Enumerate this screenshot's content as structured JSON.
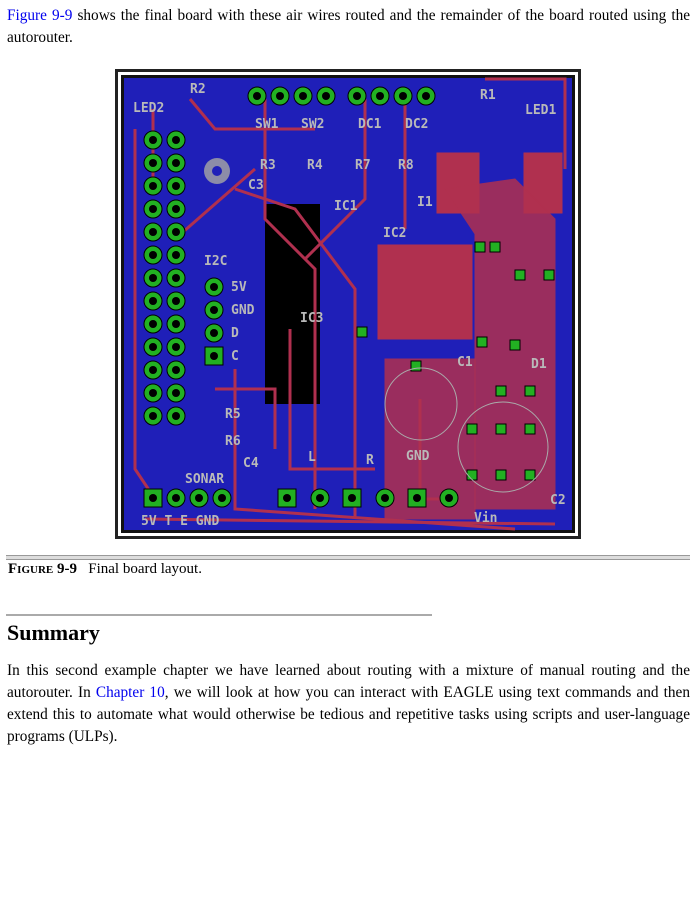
{
  "intro": {
    "link": "Figure 9-9",
    "text": " shows the final board with these air wires routed and the remainder of the board routed using the autorouter."
  },
  "figure": {
    "labels": {
      "led2": "LED2",
      "r2": "R2",
      "sw1": "SW1",
      "sw2": "SW2",
      "dc1": "DC1",
      "dc2": "DC2",
      "r1": "R1",
      "led1": "LED1",
      "r3": "R3",
      "r4": "R4",
      "r7": "R7",
      "r8": "R8",
      "c3": "C3",
      "ic1": "IC1",
      "i1": "I1",
      "ic2": "IC2",
      "i2c": "I2C",
      "v5": "5V",
      "gnd": "GND",
      "d": "D",
      "c": "C",
      "ic3": "IC3",
      "c1": "C1",
      "d1": "D1",
      "r5": "R5",
      "r6": "R6",
      "c4": "C4",
      "l": "L",
      "r": "R",
      "gnd2": "GND",
      "sonar": "SONAR",
      "c2": "C2",
      "sonar_pins": "5V T E GND",
      "vin": "Vin"
    },
    "colors": {
      "board": "#1f1fb8",
      "copper": "#b0304f",
      "pad": "#22b022"
    },
    "caption_num": "Figure 9-9",
    "caption_text": "Final board layout."
  },
  "summary": {
    "heading": "Summary",
    "text1": "In this second example chapter we have learned about routing with a mixture of manual routing and the autorouter. In ",
    "link": "Chapter 10",
    "text2": ", we will look at how you can interact with EAGLE using text commands and then extend this to automate what would otherwise be tedious and repetitive tasks using scripts and user-language programs (ULPs)."
  }
}
